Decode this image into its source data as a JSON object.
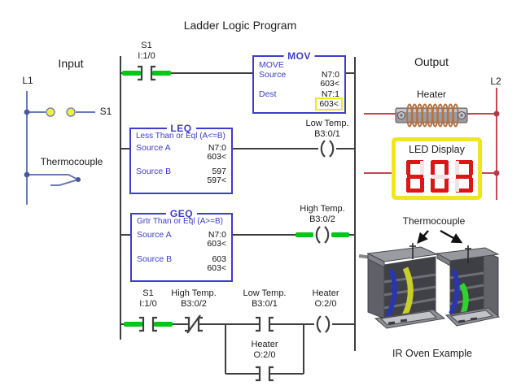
{
  "title": "Ladder Logic Program",
  "input": {
    "heading": "Input",
    "l1_label": "L1",
    "s1_label": "S1",
    "thermocouple_label": "Thermocouple"
  },
  "output": {
    "heading": "Output",
    "l2_label": "L2",
    "heater_label": "Heater",
    "led": {
      "label": "LED Display",
      "value": "603"
    },
    "thermocouple_label": "Thermocouple",
    "oven_caption": "IR Oven Example"
  },
  "ladder": {
    "rung1_contact": {
      "name": "S1",
      "address": "I:1/0"
    },
    "mov_block": {
      "title": "MOV",
      "instruction": "MOVE",
      "source_label": "Source",
      "source_addr": "N7:0",
      "source_value": "603<",
      "dest_label": "Dest",
      "dest_addr": "N7:1",
      "dest_value": "603<"
    },
    "low_temp_coil": {
      "name": "Low Temp.",
      "address": "B3:0/1"
    },
    "leq_block": {
      "title": "LEQ",
      "description": "Less Than or Eql (A<=B)",
      "source_a_label": "Source A",
      "source_a_addr": "N7:0",
      "source_a_value": "603<",
      "source_b_label": "Source B",
      "source_b_addr": "597",
      "source_b_value": "597<"
    },
    "high_temp_coil": {
      "name": "High Temp.",
      "address": "B3:0/2"
    },
    "geq_block": {
      "title": "GEQ",
      "description": "Grtr Than or Eql (A>=B)",
      "source_a_label": "Source A",
      "source_a_addr": "N7:0",
      "source_a_value": "603<",
      "source_b_label": "Source B",
      "source_b_addr": "603",
      "source_b_value": "603<"
    },
    "rung4": {
      "s1_contact": {
        "name": "S1",
        "address": "I:1/0"
      },
      "high_temp_contact": {
        "name": "High Temp.",
        "address": "B3:0/2"
      },
      "low_temp_contact": {
        "name": "Low Temp.",
        "address": "B3:0/1"
      },
      "heater_coil": {
        "name": "Heater",
        "address": "O:2/0"
      },
      "heater_branch_contact": {
        "name": "Heater",
        "address": "O:2/0"
      }
    }
  },
  "colors": {
    "block_blue": "#3c3ccd",
    "ladder_wire": "#3f3f3f",
    "energized_green": "#00c614",
    "input_wire_blue": "#6b79b4",
    "output_wire_red": "#c64653",
    "led_red": "#dd1515",
    "highlight_yellow": "#f0e61e"
  }
}
